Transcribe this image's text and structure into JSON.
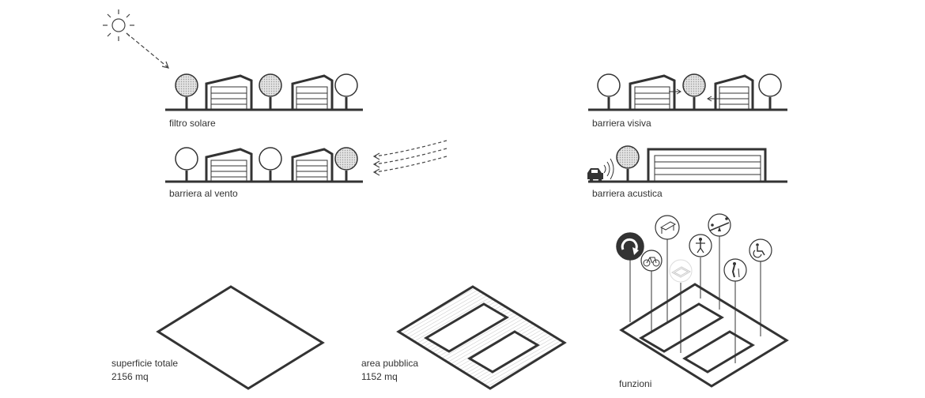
{
  "labels": {
    "solar_filter": "filtro solare",
    "wind_barrier": "barriera al vento",
    "visual_barrier": "barriera visiva",
    "acoustic_barrier": "barriera acustica",
    "total_surface_title": "superficie totale",
    "total_surface_value": "2156 mq",
    "public_area_title": "area pubblica",
    "public_area_value": "1152 mq",
    "functions": "funzioni"
  },
  "icons": [
    "sun-icon",
    "recycle-icon",
    "bicycle-icon",
    "bench-icon",
    "playground-icon",
    "seesaw-icon",
    "workout-icon",
    "accessibility-icon",
    "elderly-icon",
    "car-icon"
  ],
  "colors": {
    "line": "#333333",
    "background": "#ffffff",
    "foliage_dense": "#d2d2d2",
    "foliage_light": "#ffffff"
  }
}
